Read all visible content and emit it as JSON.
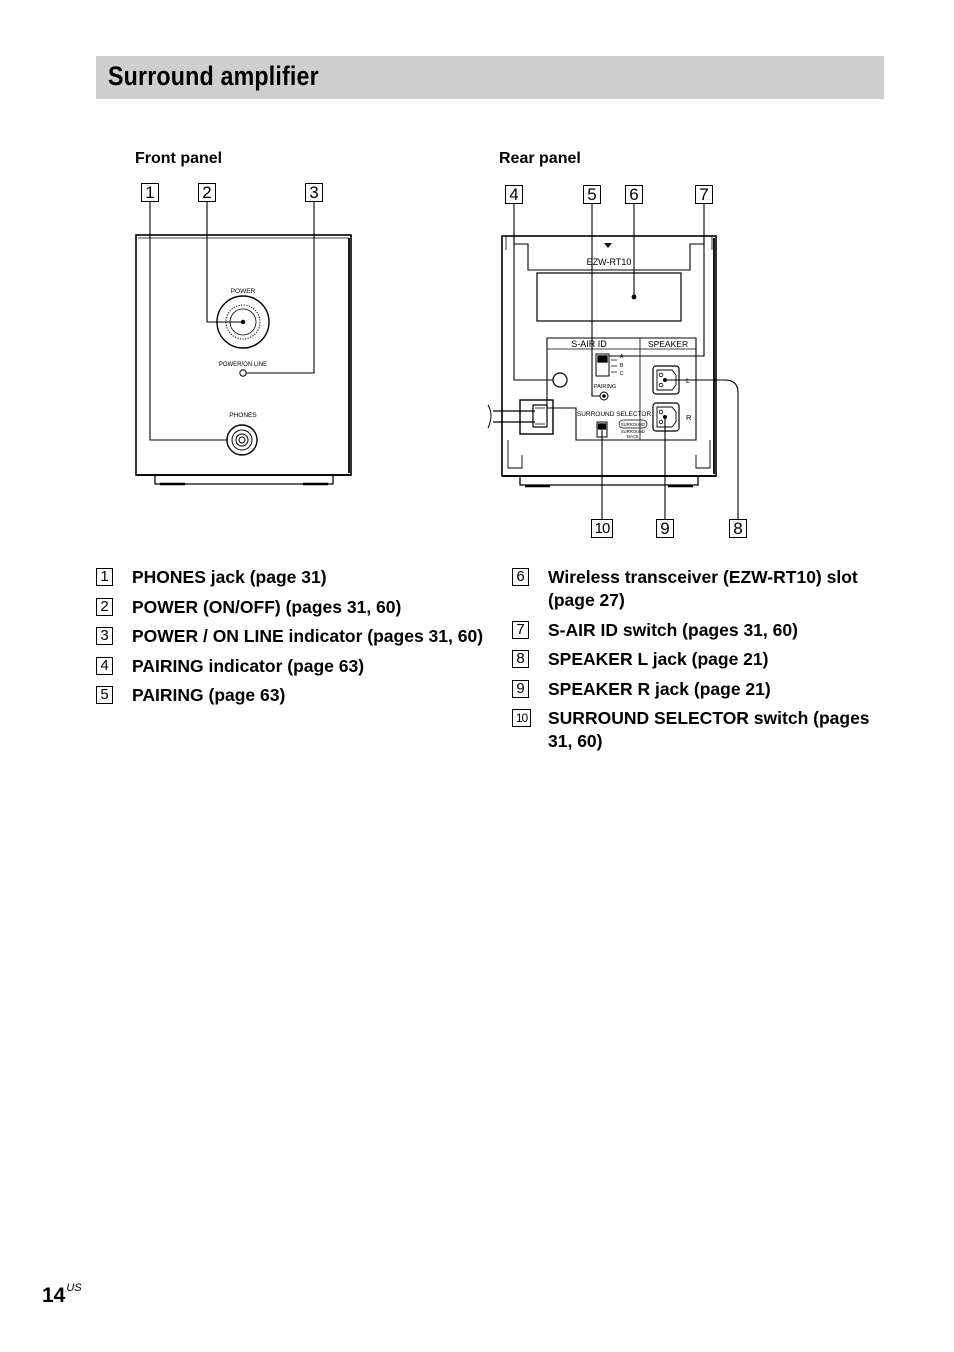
{
  "header": {
    "title": "Surround amplifier"
  },
  "front_panel": {
    "label": "Front panel",
    "callouts": [
      "1",
      "2",
      "3"
    ],
    "text": {
      "power": "POWER",
      "power_on_line": "POWER/ON LINE",
      "phones": "PHONES"
    }
  },
  "rear_panel": {
    "label": "Rear panel",
    "callouts": [
      "4",
      "5",
      "6",
      "7",
      "10",
      "9",
      "8"
    ],
    "text": {
      "slot": "EZW-RT10",
      "sair_id": "S-AIR ID",
      "speaker": "SPEAKER",
      "pairing": "PAIRING",
      "id_a": "A",
      "id_b": "B",
      "id_c": "C",
      "surround_selector": "SURROUND SELECTOR",
      "surround": "SURROUND",
      "surround_back_1": "SURROUND",
      "surround_back_2": "BACK",
      "l": "L",
      "r": "R"
    }
  },
  "parts_left": [
    {
      "num": "1",
      "text": "PHONES jack (page 31)"
    },
    {
      "num": "2",
      "text": "POWER (ON/OFF) (pages 31, 60)"
    },
    {
      "num": "3",
      "text": "POWER / ON LINE indicator (pages 31, 60)"
    },
    {
      "num": "4",
      "text": "PAIRING indicator (page 63)"
    },
    {
      "num": "5",
      "text": "PAIRING (page 63)"
    }
  ],
  "parts_right": [
    {
      "num": "6",
      "text": "Wireless transceiver (EZW-RT10) slot (page 27)"
    },
    {
      "num": "7",
      "text": "S-AIR ID switch (pages 31, 60)"
    },
    {
      "num": "8",
      "text": "SPEAKER L jack (page 21)"
    },
    {
      "num": "9",
      "text": "SPEAKER R jack (page 21)"
    },
    {
      "num": "10",
      "text": "SURROUND SELECTOR switch (pages 31, 60)"
    }
  ],
  "footer": {
    "page_number": "14",
    "page_suffix": "US"
  }
}
